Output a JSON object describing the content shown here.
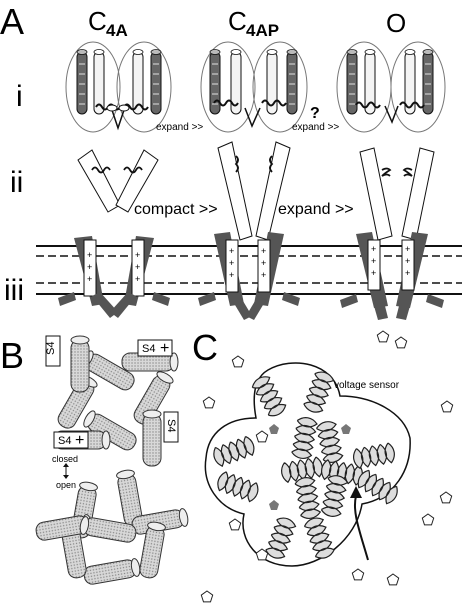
{
  "panels": {
    "A": {
      "letter": "A",
      "states": [
        {
          "main": "C",
          "sub": "4A"
        },
        {
          "main": "C",
          "sub": "4AP"
        },
        {
          "main": "O",
          "sub": ""
        }
      ],
      "rows": [
        "i",
        "ii",
        "iii"
      ],
      "row_i_labels": {
        "expand1": "expand >>",
        "question": "?",
        "expand2": "expand >>"
      },
      "row_ii_labels": {
        "compact": "compact >>",
        "expand": "expand >>"
      },
      "plus_sign": "+"
    },
    "B": {
      "letter": "B",
      "s4_label": "S4",
      "plus_sign": "+",
      "closed": "closed",
      "open": "open"
    },
    "C": {
      "letter": "C",
      "voltage_sensor": "voltage sensor"
    }
  }
}
